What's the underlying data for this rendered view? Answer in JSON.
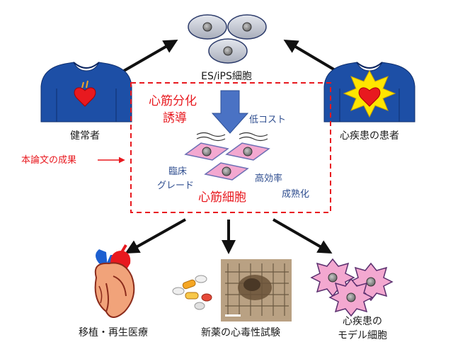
{
  "cells_label": "ES/iPS細胞",
  "healthy_label": "健常者",
  "patient_label": "心疾患の患者",
  "result_label": "本論文の成果",
  "induction_label_1": "心筋分化",
  "induction_label_2": "誘導",
  "low_cost_label": "低コスト",
  "clinical_label_1": "臨床",
  "clinical_label_2": "グレード",
  "efficiency_label": "高効率",
  "maturation_label": "成熟化",
  "cardiomyocyte_label": "心筋細胞",
  "transplant_label": "移植・再生医療",
  "toxicity_label": "新薬の心毒性試験",
  "model_label_1": "心疾患の",
  "model_label_2": "モデル細胞",
  "colors": {
    "accent_red": "#e8191f",
    "arrow_blue": "#4a72c4",
    "label_blue": "#2e4d8f",
    "shirt_blue": "#1d4fa6",
    "cell_pink": "#f3a8d0",
    "cell_gray": "#b8bcc6"
  },
  "icons": [
    "es-cell-icon",
    "healthy-person-icon",
    "patient-person-icon",
    "cardiomyocyte-icon",
    "heart-icon",
    "pills-icon",
    "microscope-image-icon",
    "disease-cell-icon"
  ]
}
